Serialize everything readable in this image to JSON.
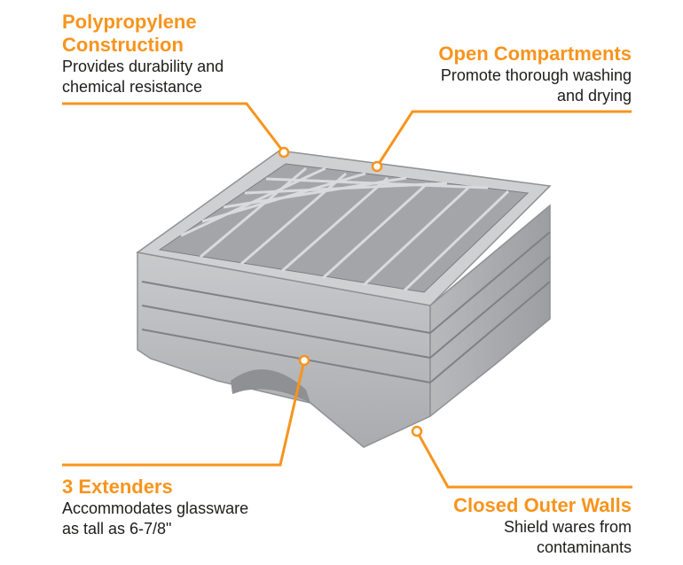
{
  "accent_color": "#f7941d",
  "text_color": "#1d1d1b",
  "product_image": "glass-rack-with-3-extenders",
  "callouts": {
    "polypropylene": {
      "title_line1": "Polypropylene",
      "title_line2": "Construction",
      "desc_line1": "Provides durability and",
      "desc_line2": "chemical resistance"
    },
    "open_compartments": {
      "title": "Open Compartments",
      "desc_line1": "Promote thorough washing",
      "desc_line2": "and drying"
    },
    "extenders": {
      "title": "3 Extenders",
      "desc_line1": "Accommodates glassware",
      "desc_line2": "as tall as 6-7/8\""
    },
    "closed_walls": {
      "title": "Closed Outer Walls",
      "desc_line1": "Shield wares from",
      "desc_line2": "contaminants"
    }
  }
}
